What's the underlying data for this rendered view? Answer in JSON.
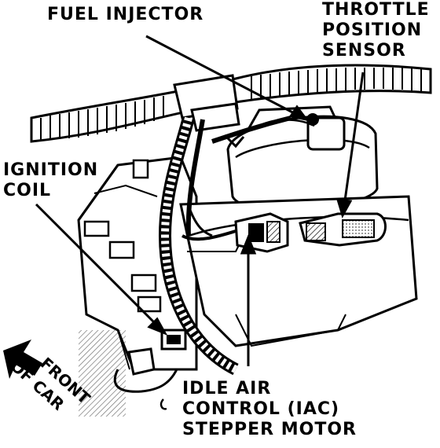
{
  "labels": {
    "fuel_injector": "FUEL INJECTOR",
    "throttle_position_sensor": [
      "THROTTLE",
      "POSITION",
      "SENSOR"
    ],
    "ignition_coil": [
      "IGNITION",
      "COIL"
    ],
    "idle_air_control": [
      "IDLE AIR",
      "CONTROL (IAC)",
      "STEPPER MOTOR"
    ],
    "front_of_car": [
      "FRONT",
      "OF CAR"
    ]
  },
  "colors": {
    "ink": "#000000",
    "paper": "#ffffff"
  }
}
